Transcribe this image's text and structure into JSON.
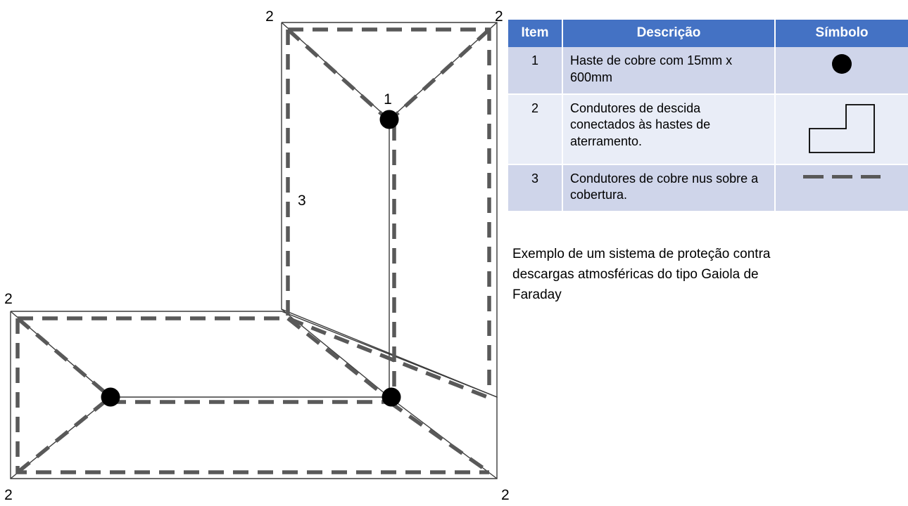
{
  "diagram": {
    "name": "faraday-cage-lightning-protection-3d-diagram",
    "labels": {
      "roof_top_left": "2",
      "roof_top_right": "2",
      "rod_top": "1",
      "downconductor": "3",
      "ground_back_left": "2",
      "ground_front_left": "2",
      "ground_front_right": "2"
    },
    "colors": {
      "outline": "#3b3b3b",
      "conductor": "#595959",
      "node": "#000000"
    }
  },
  "table": {
    "headers": {
      "item": "Item",
      "description": "Descrição",
      "symbol": "Símbolo"
    },
    "rows": [
      {
        "item": "1",
        "description": "Haste de cobre com 15mm x 600mm",
        "symbol_name": "filled-circle-icon"
      },
      {
        "item": "2",
        "description": "Condutores de descida conectados às hastes de aterramento.",
        "symbol_name": "l-shape-outline-icon"
      },
      {
        "item": "3",
        "description": "Condutores de cobre nus sobre a cobertura.",
        "symbol_name": "dashed-line-icon"
      }
    ],
    "colors": {
      "header_background": "#4472C4",
      "header_text": "#FFFFFF",
      "row_dark": "#CFD5EA",
      "row_light": "#E9EDF7"
    }
  },
  "caption": {
    "text": "Exemplo de um sistema de proteção contra descargas atmosféricas do tipo Gaiola de Faraday"
  }
}
